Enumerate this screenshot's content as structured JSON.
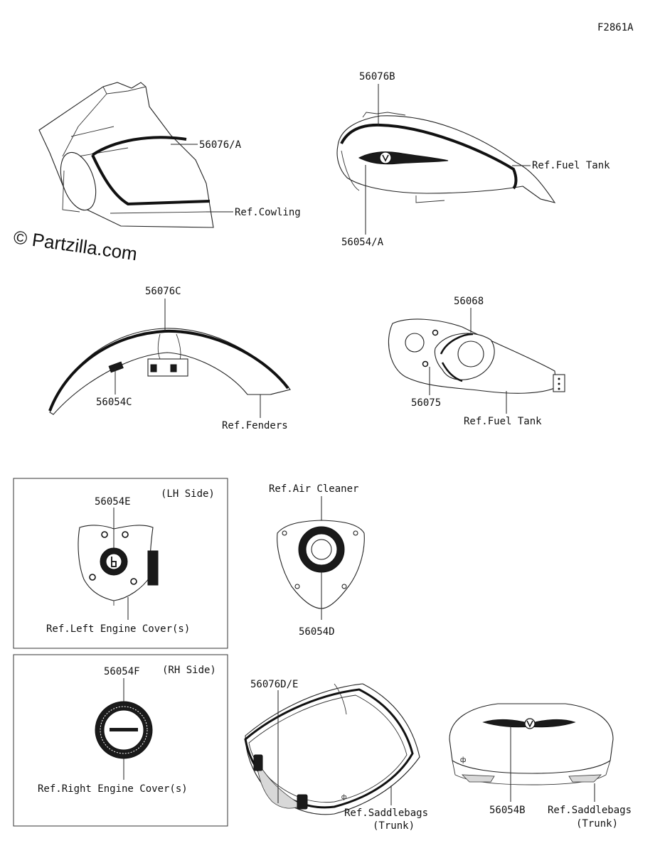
{
  "figure_code": "F2861A",
  "watermark": "© Partzilla.com",
  "labels": {
    "cowl_decal": "56076/A",
    "ref_cowling": "Ref.Cowling",
    "tank_stripe": "56076B",
    "ref_fuel_tank_top": "Ref.Fuel Tank",
    "tank_emblem": "56054/A",
    "fender_stripe": "56076C",
    "fender_emblem": "56054C",
    "ref_fenders": "Ref.Fenders",
    "tank_top_decal": "56068",
    "tank_mark": "56075",
    "ref_fuel_tank_mid": "Ref.Fuel Tank",
    "lh_emblem": "56054E",
    "lh_side": "(LH Side)",
    "ref_left_cover": "Ref.Left Engine Cover(s)",
    "ref_air_cleaner": "Ref.Air Cleaner",
    "air_emblem": "56054D",
    "rh_emblem": "56054F",
    "rh_side": "(RH Side)",
    "ref_right_cover": "Ref.Right Engine Cover(s)",
    "saddle_stripe": "56076D/E",
    "ref_saddlebags_1": "Ref.Saddlebags",
    "trunk_1": "(Trunk)",
    "trunk_emblem": "56054B",
    "ref_saddlebags_2": "Ref.Saddlebags",
    "trunk_2": "(Trunk)"
  }
}
